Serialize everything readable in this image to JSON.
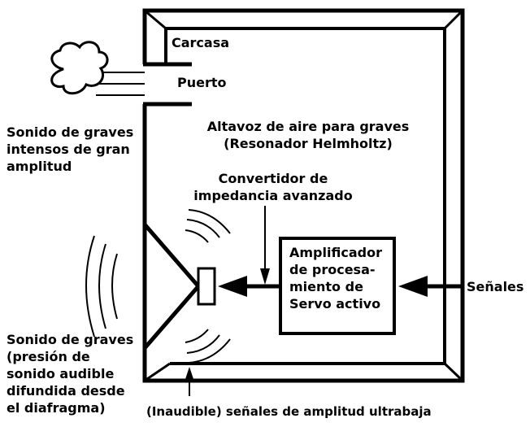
{
  "labels": {
    "housing": "Carcasa",
    "port": "Puerto",
    "air_woofer": [
      "Altavoz de aire para graves",
      "(Resonador Helmholtz)"
    ],
    "converter": [
      "Convertidor de",
      "impedancia avanzado"
    ],
    "amplifier": [
      "Amplificador",
      "de procesa-",
      "miento de",
      "Servo activo"
    ],
    "signals": "Señales",
    "port_bass": [
      "Sonido de graves",
      "intensos de gran",
      "amplitud"
    ],
    "diaphragm_bass": [
      "Sonido de graves",
      "(presión de",
      "sonido audible",
      "difundida desde",
      "el diafragma)"
    ],
    "inaudible": "(Inaudible) señales de amplitud ultrabaja"
  }
}
